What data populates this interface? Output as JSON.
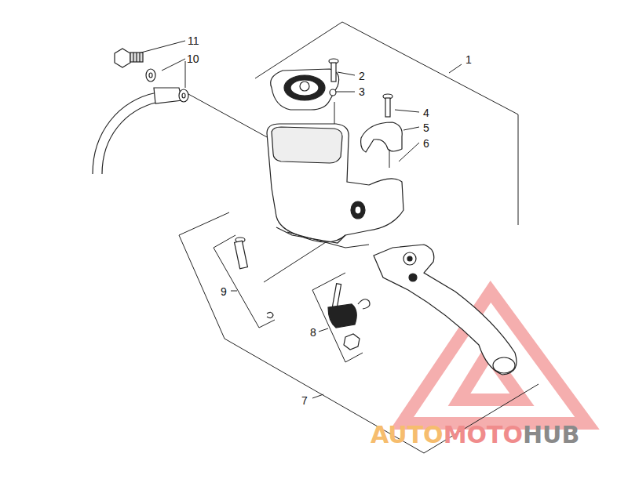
{
  "diagram": {
    "labels": [
      "11",
      "10",
      "2",
      "3",
      "1",
      "4",
      "5",
      "6",
      "9",
      "8",
      "7",
      "AUTO",
      "MOTO",
      "HUB"
    ]
  }
}
